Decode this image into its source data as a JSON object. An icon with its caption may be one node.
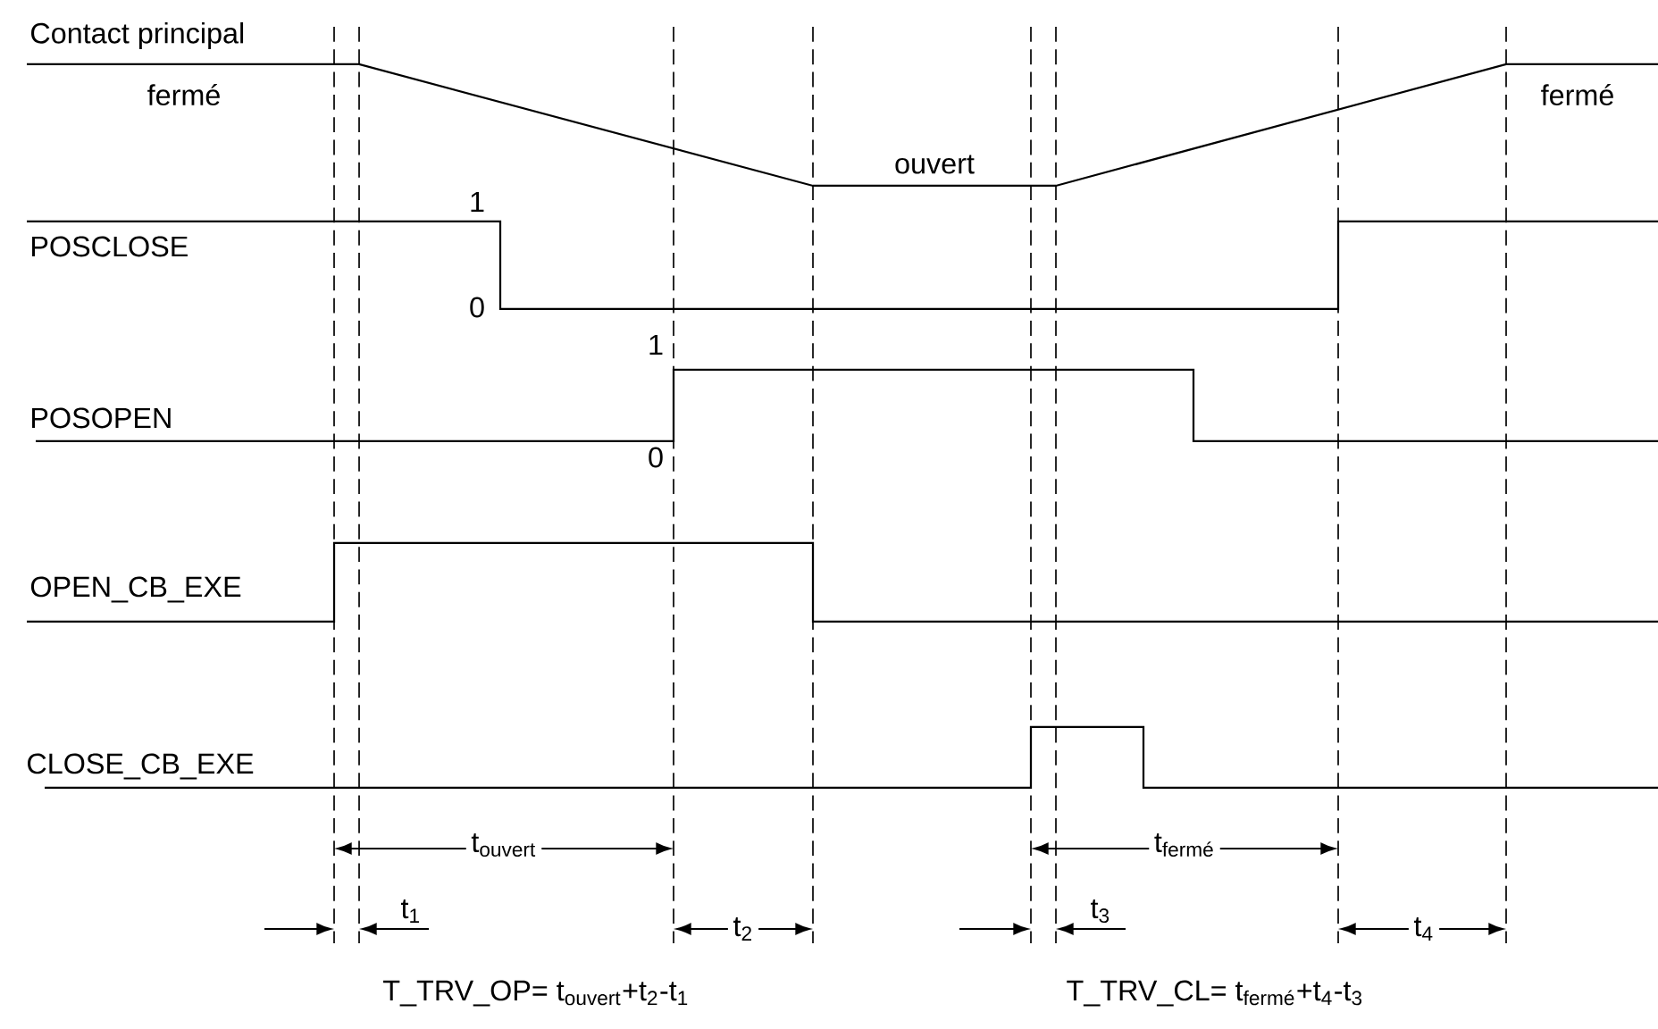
{
  "diagram": {
    "labels": [
      "Contact principal",
      "fermé",
      "ouvert",
      "fermé",
      "1",
      "POSCLOSE",
      "0",
      "1",
      "POSOPEN",
      "0",
      "OPEN_CB_EXE",
      "CLOSE_CB_EXE",
      "t$_{ouvert}$",
      "t$_{fermé}$",
      "t$_{1}$",
      "t$_{3}$",
      "t$_{2}$",
      "t$_{4}$",
      "T_TRV_OP= t$_{ouvert}$+t$_{2}$-t$_{1}$",
      "T_TRV_CL= t$_{fermé}$+t$_{4}$-t$_{3}$"
    ]
  }
}
